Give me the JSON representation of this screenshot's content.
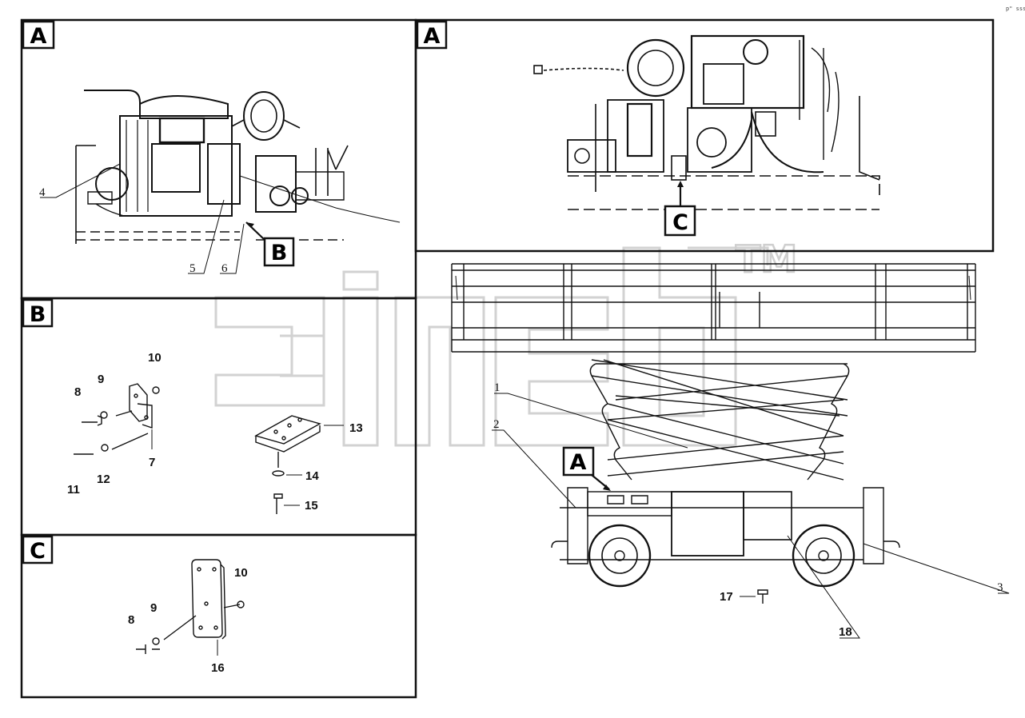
{
  "corner_code": "p\" sss",
  "panels": [
    {
      "id": "A-left",
      "tag": "A"
    },
    {
      "id": "A-right",
      "tag": "A"
    },
    {
      "id": "B",
      "tag": "B"
    },
    {
      "id": "C",
      "tag": "C"
    }
  ],
  "callout_tags": {
    "b": "B",
    "c": "C",
    "a_machine": "A"
  },
  "watermark": {
    "trademark": "TM"
  },
  "part_labels": {
    "p1": "1",
    "p2": "2",
    "p3": "3",
    "p4": "4",
    "p5": "5",
    "p6": "6",
    "p7": "7",
    "p8b": "8",
    "p9b": "9",
    "p10b": "10",
    "p11": "11",
    "p12": "12",
    "p13": "13",
    "p14": "14",
    "p15": "15",
    "p8c": "8",
    "p9c": "9",
    "p10c": "10",
    "p16": "16",
    "p17": "17",
    "p18": "18"
  },
  "colors": {
    "ink": "#111111",
    "watermark": "#cfcfcf",
    "paper": "#ffffff"
  }
}
